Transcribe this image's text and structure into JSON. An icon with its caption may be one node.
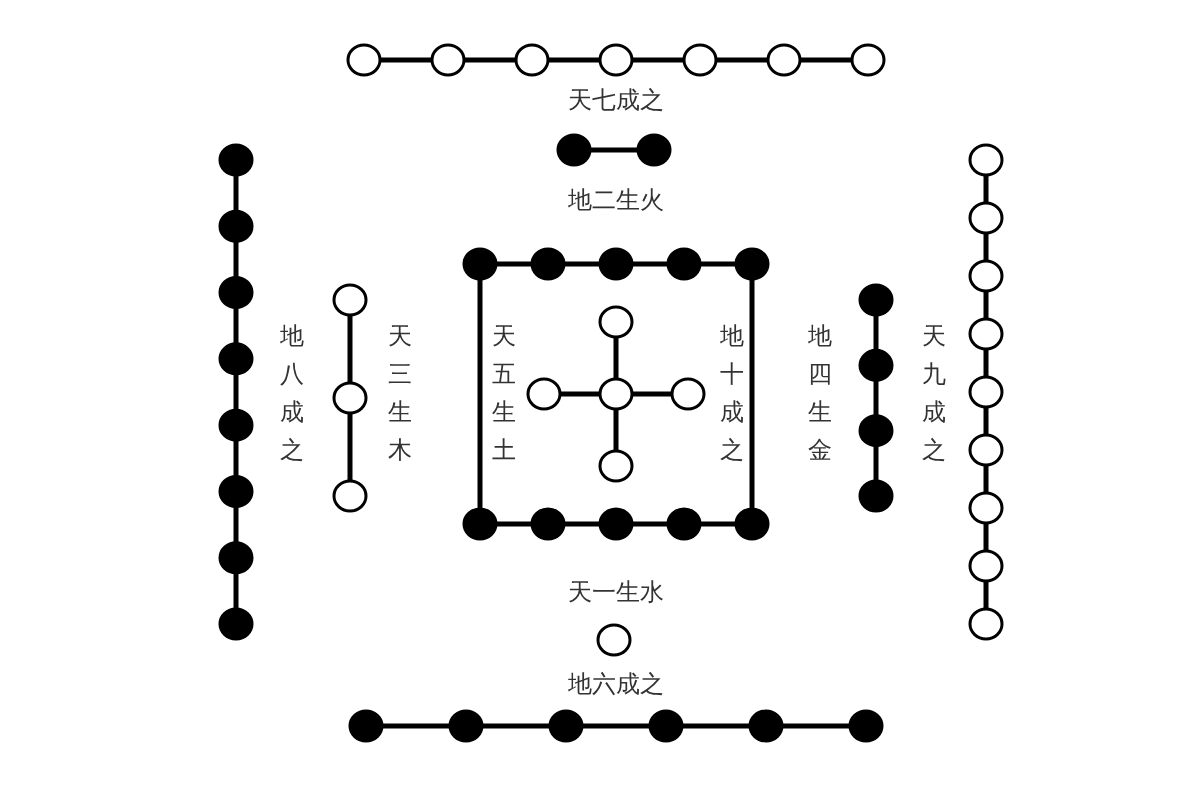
{
  "diagram": {
    "labels": [
      "天七成之",
      "地二生火",
      "地八成之",
      "天三生木",
      "天五生土",
      "地十成之",
      "地四生金",
      "天九成之",
      "天一生水",
      "地六成之"
    ]
  }
}
